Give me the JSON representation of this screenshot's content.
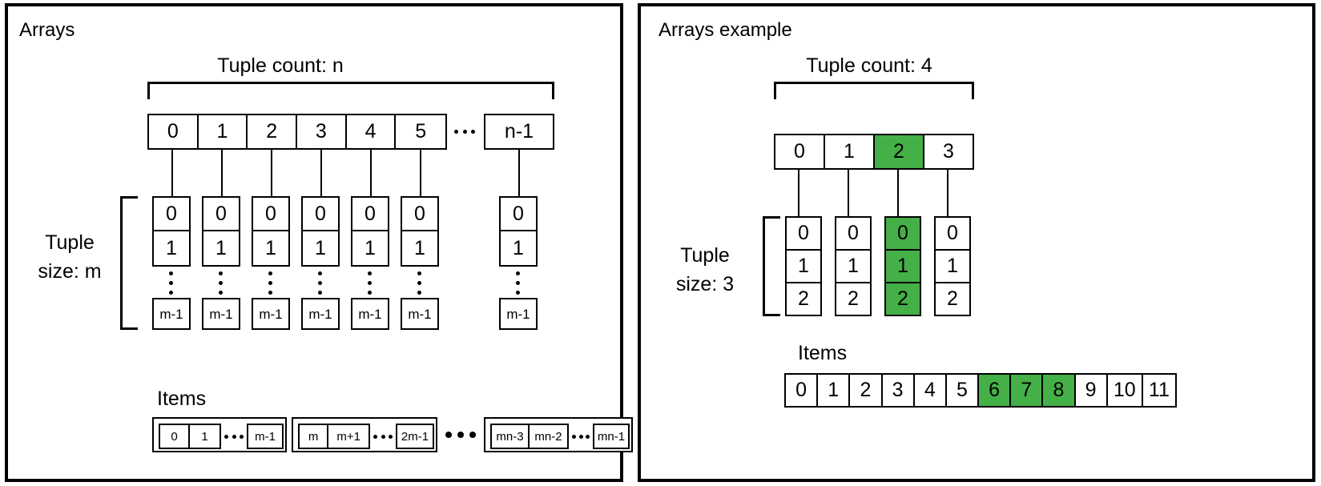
{
  "panels": {
    "left": {
      "title": "Arrays",
      "tuple_count_caption": "Tuple count: n",
      "tuple_size_caption_line1": "Tuple",
      "tuple_size_caption_line2": "size: m",
      "items_caption": "Items",
      "index_array": [
        "0",
        "1",
        "2",
        "3",
        "4",
        "5"
      ],
      "index_array_last": "n-1",
      "index_array_ellipsis": "…",
      "tuple_column_top": [
        "0",
        "1"
      ],
      "tuple_column_last": "m-1",
      "tuple_column_count": 7,
      "items_groups": [
        {
          "cells": [
            "0",
            "1"
          ],
          "ellipsis": "…",
          "last": "m-1"
        },
        {
          "cells": [
            "m",
            "m+1"
          ],
          "ellipsis": "…",
          "last": "2m-1"
        },
        {
          "cells": [
            "mn-3",
            "mn-2"
          ],
          "ellipsis": "…",
          "last": "mn-1"
        }
      ],
      "items_group_separator": "…"
    },
    "right": {
      "title": "Arrays example",
      "tuple_count_caption": "Tuple count: 4",
      "tuple_size_caption_line1": "Tuple",
      "tuple_size_caption_line2": "size: 3",
      "items_caption": "Items",
      "index_array": [
        "0",
        "1",
        "2",
        "3"
      ],
      "index_array_highlighted": [
        2
      ],
      "tuple_columns": [
        {
          "cells": [
            "0",
            "1",
            "2"
          ],
          "highlighted": false
        },
        {
          "cells": [
            "0",
            "1",
            "2"
          ],
          "highlighted": false
        },
        {
          "cells": [
            "0",
            "1",
            "2"
          ],
          "highlighted": true
        },
        {
          "cells": [
            "0",
            "1",
            "2"
          ],
          "highlighted": false
        }
      ],
      "items_cells": [
        "0",
        "1",
        "2",
        "3",
        "4",
        "5",
        "6",
        "7",
        "8",
        "9",
        "10",
        "11"
      ],
      "items_highlighted": [
        6,
        7,
        8
      ]
    }
  },
  "colors": {
    "highlight_green": "#45AF48",
    "stroke": "#000000",
    "background": "#FFFFFF"
  }
}
